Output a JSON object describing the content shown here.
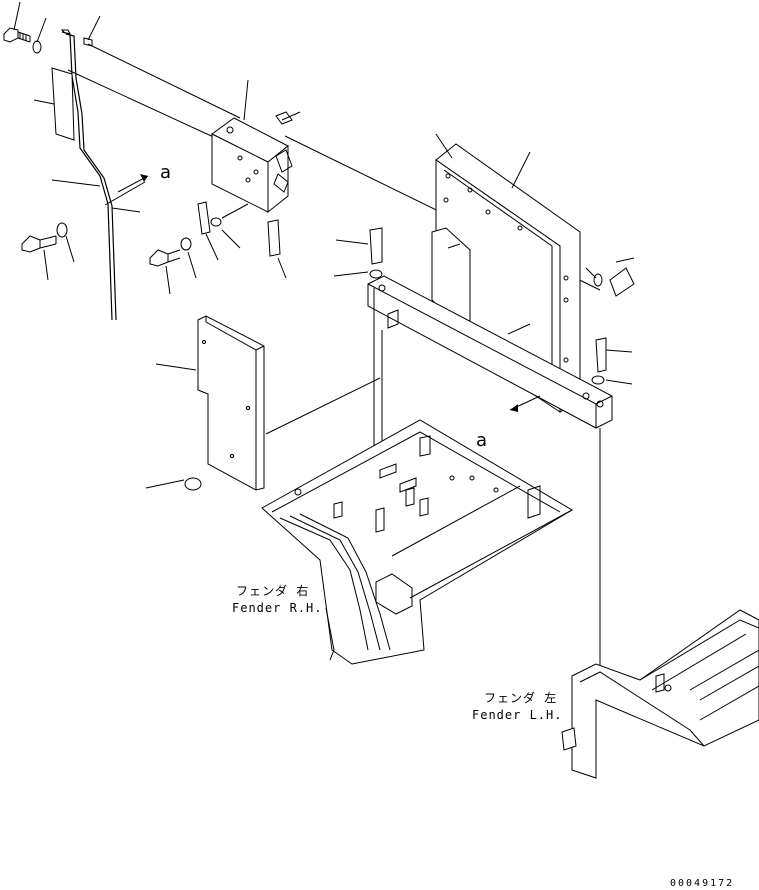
{
  "labels": {
    "fender_rh_jp": "フェンダ 右",
    "fender_rh_en": "Fender R.H.",
    "fender_lh_jp": "フェンダ 左",
    "fender_lh_en": "Fender L.H.",
    "view_ref_top": "a",
    "view_ref_mid": "a"
  },
  "drawing_number": "00049172"
}
